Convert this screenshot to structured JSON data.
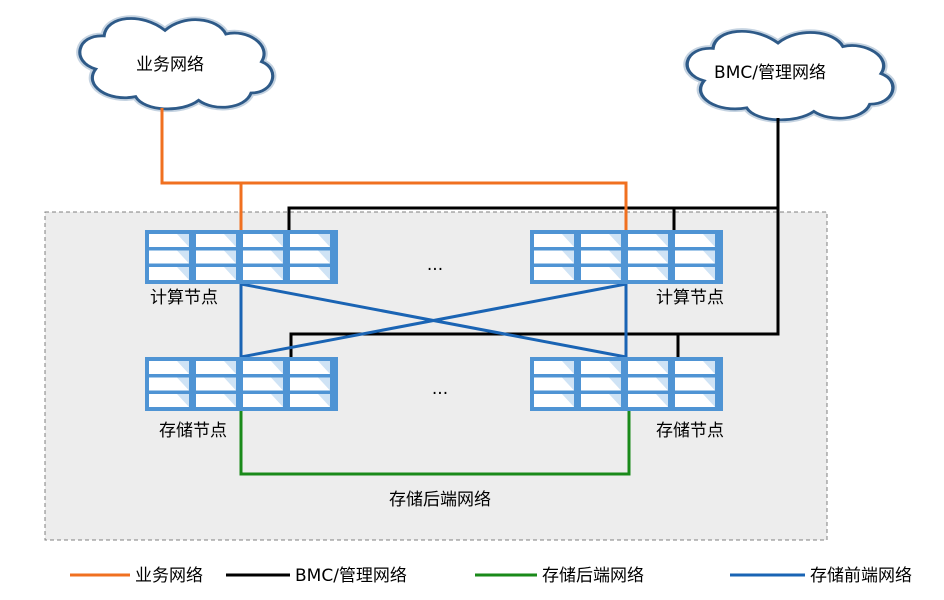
{
  "clouds": {
    "business": "业务网络",
    "bmc": "BMC/管理网络"
  },
  "nodes": {
    "compute_left": "计算节点",
    "compute_right": "计算节点",
    "storage_left": "存储节点",
    "storage_right": "存储节点",
    "ellipsis_top": "...",
    "ellipsis_bottom": "..."
  },
  "backend_label": "存储后端网络",
  "legend": [
    {
      "label": "业务网络",
      "color": "#f07020"
    },
    {
      "label": "BMC/管理网络",
      "color": "#000000"
    },
    {
      "label": "存储后端网络",
      "color": "#1a8a1a"
    },
    {
      "label": "存储前端网络",
      "color": "#1a64b4"
    }
  ],
  "colors": {
    "cloud_fill": "#ffffff",
    "cloud_stroke": "#2e5a88",
    "cloud_glow": "#5a82aa",
    "server_fill": "#4f94d4",
    "server_slot": "#ffffff",
    "container_fill": "#ededed",
    "container_border": "#808080"
  }
}
